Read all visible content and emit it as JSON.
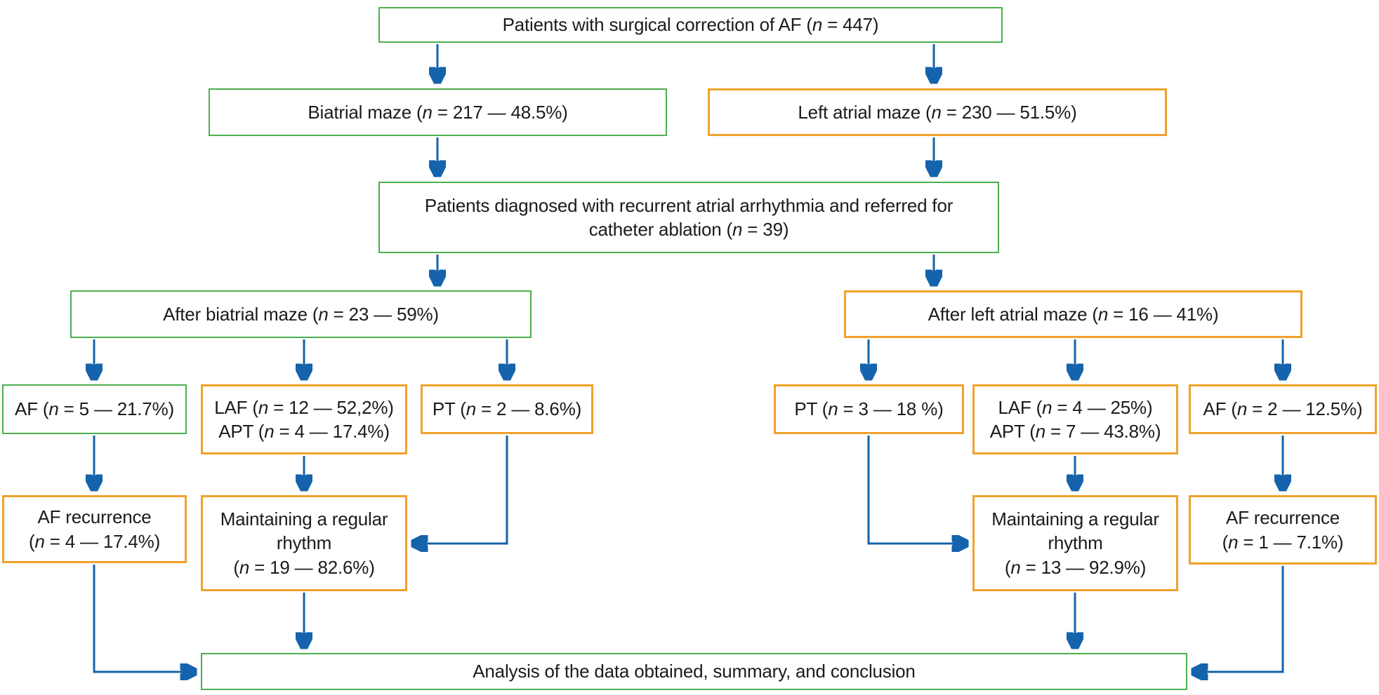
{
  "palette": {
    "green": "#4caf50",
    "orange": "#f0a22c",
    "blue": "#1463ac",
    "text": "#1b1b1b"
  },
  "boxes": {
    "surgical_total": {
      "lines": [
        "Patients with surgical correction of AF (n = 447)"
      ]
    },
    "biatrial_maze": {
      "lines": [
        "Biatrial maze (n = 217 — 48.5%)"
      ]
    },
    "left_atrial_maze": {
      "lines": [
        "Left atrial maze (n = 230 — 51.5%)"
      ]
    },
    "recurrent_referred": {
      "lines": [
        "Patients diagnosed with recurrent atrial arrhythmia and referred for",
        "catheter ablation (n = 39)"
      ]
    },
    "after_biatrial": {
      "lines": [
        "After biatrial maze (n = 23 — 59%)"
      ]
    },
    "after_left_atrial": {
      "lines": [
        "After left atrial maze (n = 16 — 41%)"
      ]
    },
    "af_after_biatrial": {
      "lines": [
        "AF (n = 5 — 21.7%)"
      ]
    },
    "laf_apt_after_biatrial": {
      "lines": [
        "LAF (n = 12 — 52,2%)",
        "APT (n = 4 — 17.4%)"
      ]
    },
    "pt_after_biatrial": {
      "lines": [
        "PT (n = 2 — 8.6%)"
      ]
    },
    "pt_after_left_atrial": {
      "lines": [
        "PT (n = 3 — 18 %)"
      ]
    },
    "laf_apt_after_left_atrial": {
      "lines": [
        "LAF (n = 4 — 25%)",
        "APT (n = 7 — 43.8%)"
      ]
    },
    "af_after_left_atrial": {
      "lines": [
        "AF (n = 2 — 12.5%)"
      ]
    },
    "af_recurrence_biatrial": {
      "lines": [
        "AF recurrence",
        "(n = 4 — 17.4%)"
      ]
    },
    "maintaining_biatrial": {
      "lines": [
        "Maintaining a regular",
        "rhythm",
        "(n = 19 — 82.6%)"
      ]
    },
    "maintaining_left_atrial": {
      "lines": [
        "Maintaining a regular",
        "rhythm",
        "(n = 13 — 92.9%)"
      ]
    },
    "af_recurrence_left_atrial": {
      "lines": [
        "AF recurrence",
        "(n = 1 — 7.1%)"
      ]
    },
    "analysis": {
      "lines": [
        "Analysis of the data obtained, summary, and conclusion"
      ]
    }
  },
  "edges": [
    "surgical_total -> biatrial_maze",
    "surgical_total -> left_atrial_maze",
    "biatrial_maze -> recurrent_referred",
    "left_atrial_maze -> recurrent_referred",
    "recurrent_referred -> after_biatrial",
    "recurrent_referred -> after_left_atrial",
    "after_biatrial -> af_after_biatrial",
    "after_biatrial -> laf_apt_after_biatrial",
    "after_biatrial -> pt_after_biatrial",
    "after_left_atrial -> pt_after_left_atrial",
    "after_left_atrial -> laf_apt_after_left_atrial",
    "after_left_atrial -> af_after_left_atrial",
    "af_after_biatrial -> af_recurrence_biatrial",
    "laf_apt_after_biatrial -> maintaining_biatrial",
    "pt_after_biatrial -> maintaining_biatrial",
    "pt_after_left_atrial -> maintaining_left_atrial",
    "laf_apt_after_left_atrial -> maintaining_left_atrial",
    "af_after_left_atrial -> af_recurrence_left_atrial",
    "af_recurrence_biatrial -> analysis",
    "maintaining_biatrial -> analysis",
    "maintaining_left_atrial -> analysis",
    "af_recurrence_left_atrial -> analysis"
  ]
}
